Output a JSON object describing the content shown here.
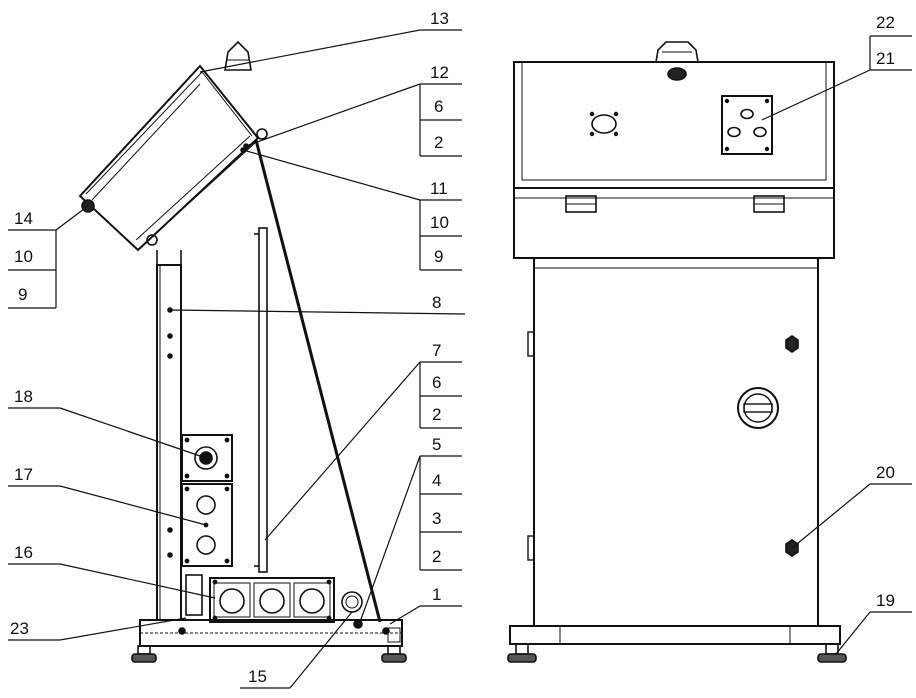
{
  "labels": {
    "l13": "13",
    "l12": "12",
    "l6a": "6",
    "l2a": "2",
    "l11": "11",
    "l10a": "10",
    "l9a": "9",
    "l14": "14",
    "l10b": "10",
    "l9b": "9",
    "l8": "8",
    "l7": "7",
    "l6b": "6",
    "l2b": "2",
    "l5": "5",
    "l4": "4",
    "l3": "3",
    "l2c": "2",
    "l18": "18",
    "l17": "17",
    "l16": "16",
    "l23": "23",
    "l15": "15",
    "l1": "1",
    "l22": "22",
    "l21": "21",
    "l20": "20",
    "l19": "19"
  },
  "colors": {
    "line": "#111111",
    "background": "#ffffff"
  }
}
